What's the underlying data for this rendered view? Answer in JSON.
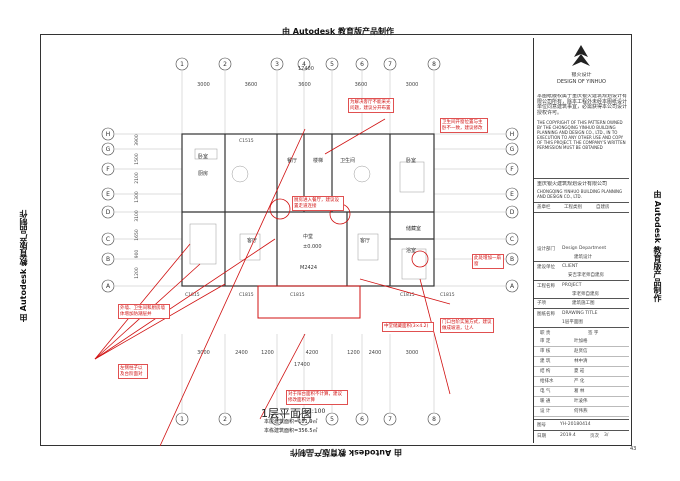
{
  "watermark": {
    "text": "由 Autodesk 教育版产品制作"
  },
  "plan": {
    "grid_columns": [
      "1",
      "2",
      "3",
      "4",
      "5",
      "6",
      "7",
      "8"
    ],
    "grid_rows": [
      "H",
      "G",
      "F",
      "E",
      "D",
      "C",
      "B",
      "A"
    ],
    "top_total": "17400",
    "top_dims": [
      "3000",
      "3600",
      "3600",
      "3600",
      "3000"
    ],
    "bottom_dims": [
      "3000",
      "2400",
      "1200",
      "4200",
      "1200",
      "2400",
      "3000"
    ],
    "bottom_total": "17400",
    "left_dims": [
      "3900",
      "1500",
      "2100",
      "1300",
      "3100",
      "1650",
      "900",
      "1200"
    ],
    "rooms": {
      "bedroom_left": "卧室",
      "kitchen": "厨房",
      "dining": "餐厅",
      "stair": "楼梯",
      "toilet": "卫生间",
      "bath": "浴室",
      "bedroom_right": "卧室",
      "living_left": "客厅",
      "courtyard": "中堂",
      "living_right": "客厅",
      "storage": "储藏室",
      "level_mark": "±0.000"
    },
    "window_labels": [
      "C1515",
      "C1815",
      "C1815",
      "C1815",
      "C1815",
      "C1815",
      "M2424"
    ],
    "title": "1层平面图",
    "scale": "1:100",
    "area_built": "本层建筑面积=181.9㎡",
    "area_total": "本栋建筑面积=356.5㎡"
  },
  "notes": [
    "为解决客厅不能采光问题，建议分开布置",
    "卫生间开窗位置与主卧不一致，建议修改",
    "厨房进入餐厅，建议设置走道连接",
    "中堂储藏面积(3×4.2)",
    "外墙、卫生间和厨房墙体增加防潮层并",
    "门口台阶实施方式，建议做成坡道，让人",
    "左侧柱子以及台阶面对",
    "对于阳台面积不计算，建议修改面积计算",
    "此处增加一扇窗"
  ],
  "titleblock": {
    "company_logo_text": "银火设计",
    "company_en": "DESIGN OF YINHUO",
    "statement": "本图纸版权属于重庆银火建筑规划设计有限公司所有，除本工程外未经本图纸设计单位同意建筑事宜，必需获得本公司设计授权许可。",
    "statement_en": "THE COPYRIGHT OF THIS PATTERN OWNED BY THE CHONGQING YINHUO BUILDING PLANNING AND DESIGN CO., LTD., IN TO EXECUTION TO ANY OTHER USE AND COPY OF THIS PROJECT. THE COMPANY'S WRITTEN PERMISSION MUST BE OBTAINED",
    "company_cn": "重庆银火建筑规划设计有限公司",
    "company_en2": "CHONGQING YINHUO BUILDING PLANNING AND DESIGN CO., LTD.",
    "stamp_label": "盖章栏",
    "stamp_value": "工程类别",
    "stamp_value2": "自建房",
    "design_label": "设计部门",
    "design_value": "Design Department",
    "design_dept": "建筑设计",
    "client_label": "建设单位",
    "client_value": "CLIENT",
    "client_name": "安吉李老师自建房",
    "project_label": "工程名称",
    "project_value": "PROJECT",
    "project_name": "李老师自建房",
    "sub_label": "子项",
    "sub_name": "建筑施工图",
    "drawing_title_label": "图纸名称",
    "drawing_title_value": "DRAWING TITLE",
    "drawing_title_name": "1层平面图",
    "sign_head": [
      "职 责",
      "签 字"
    ],
    "roles": [
      "审 定",
      "审 核",
      "建 筑",
      "结 构",
      "给排水",
      "电 气",
      "暖 通",
      "设 计"
    ],
    "signers": [
      "叶加格",
      "赵贤信",
      "林中清",
      "夏 崧",
      "严 化",
      "葛 林",
      "叶凌伟",
      "何伟燕"
    ],
    "drawing_no_label": "图号",
    "drawing_no": "YH-20180414",
    "date_label": "日期",
    "date": "2019.4",
    "sheet_label": "页次",
    "sheet": "3/"
  },
  "page_number": "43"
}
